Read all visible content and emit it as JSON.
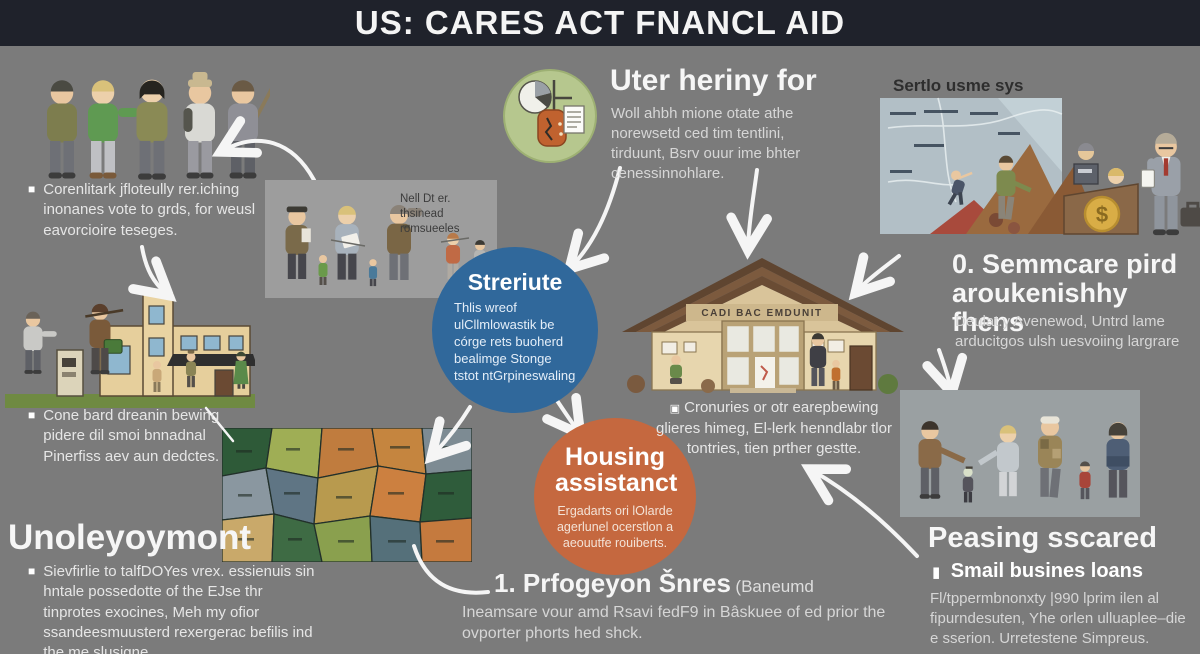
{
  "header": {
    "title": "US: CARES ACT FNANCL AID"
  },
  "sections": {
    "top_left": {
      "bullet": "■",
      "note": "Corenlitark jfloteully rer.iching inonanes vote to grds, for weusl eavorcioire teseges."
    },
    "mid_left": {
      "bullet": "■",
      "note": "Cone bard dreanin bewing pidere dil smoi bnnadnal Pinerfiss aev aun dedctes."
    },
    "unemployment": {
      "heading": "Unoleyoymont",
      "bullet": "■",
      "note": "Sievfirlie to talfDOYes vrex. essienuis sin hntale possedotte of the EJse thr tinprotes exocines, Meh my ofior ssandeesmuusterd rexergerac befilis ind the me slusigne."
    },
    "eligibility": {
      "heading": "Uter heriny for",
      "body": "Woll ahbh mione otate athe norewsetd ced tim tentlini, tirduunt, Bsrv ouur ime bhter cenessinnohlare."
    },
    "photo_panel": {
      "caption": "Nell Dt er. thsinead romsueeles"
    },
    "structure_circle": {
      "title": "Streriute",
      "body": "Thlis wreof ulCllmlowastik be córge rets buoherd bealimge Stonge tstot ntGrpineswaling"
    },
    "top_right": {
      "heading": "Sertlo usme sys"
    },
    "healthcare": {
      "heading": "0. Semmcare pird aroukenishhy fhens",
      "body": "Deulat.y Avenewod, Untrd lame arducitgos ulsh uesvoiing largrare"
    },
    "community_building": {
      "sign": "CADI BAC EMDUNIT",
      "bullet": "▣",
      "note": "Cronuries or otr earepbewing glieres himeg, El-lerk henndlabr tlor tontries, tien prther gestte."
    },
    "housing_circle": {
      "title": "Housing assistanct",
      "body": "Ergadarts ori lOlarde agerlunel ocerstlon a aeouutfe rouiberts."
    },
    "protection": {
      "heading_bold": "1. Prfogeyon Šnres",
      "heading_light": "(Baneumd",
      "body": "Ineamsare vour amd Rsavi fedF9 in Bâskuee of ed prior the ovporter phorts hed shck."
    },
    "small_business": {
      "heading": "Peasing sscared",
      "bullet": "▮",
      "subheading": "Smail busines loans",
      "body": "Fl/tppermbnonxty |990 lprim ilen al fipurndesuten, Yhe orlen ulluaplee–die e sserion. Urretestene Simpreus."
    }
  },
  "map": {
    "palette": [
      "#2e5a38",
      "#9fae55",
      "#c07c3e",
      "#c5853f",
      "#7d8b93",
      "#8a97a0",
      "#5f7584",
      "#b89a4e",
      "#cc8040",
      "#2f5c3b",
      "#c9a96a",
      "#3e6b44",
      "#8aa04e",
      "#55707a",
      "#c57a3e"
    ]
  },
  "colors": {
    "background": "#7b7b7b",
    "header_bg": "#1f222b",
    "blue_circle": "#30689b",
    "orange_circle": "#c5683f",
    "icon_circle_green": "#b6c78e",
    "panel_gray": "#9d9d9d",
    "arrow": "#f5f5f5",
    "coin_gold": "#d9ad46"
  },
  "icons": {
    "pie_chart": "pie-chart-icon",
    "money_jar": "money-jar-icon",
    "document": "document-icon",
    "dollar_coin": "dollar-coin-icon",
    "briefcase": "briefcase-icon",
    "bullet_square": "bullet-square-icon",
    "flow_arrow": "arrow-icon"
  }
}
